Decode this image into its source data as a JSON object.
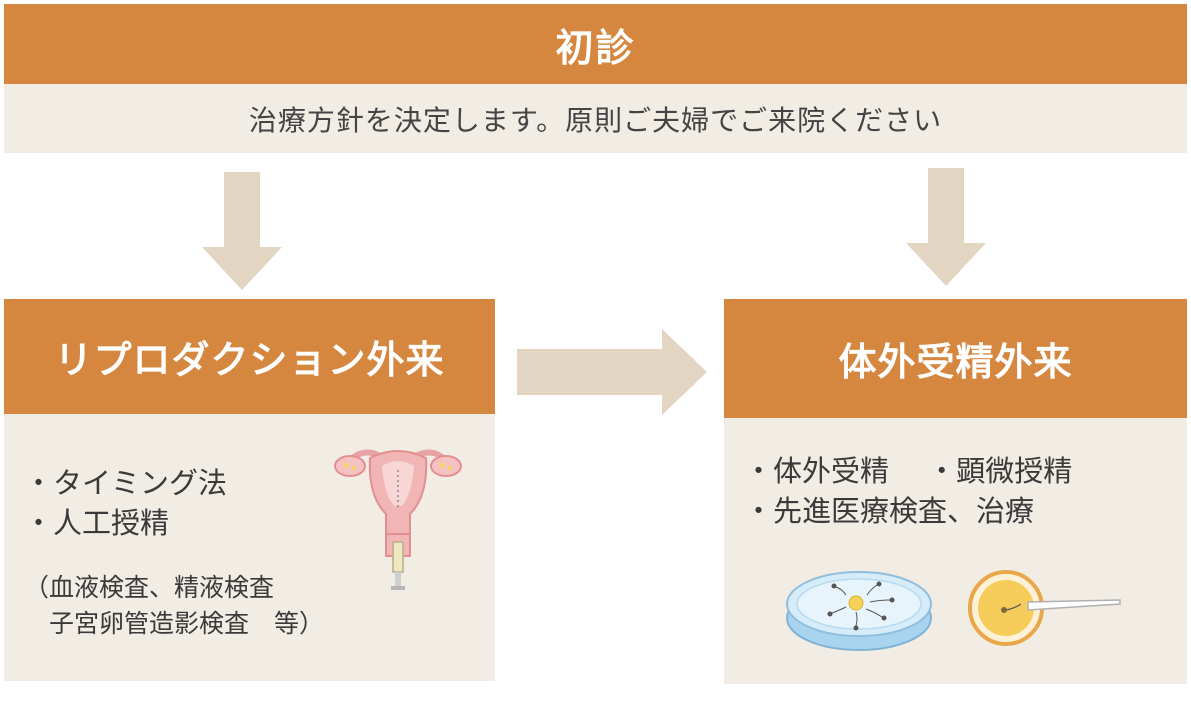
{
  "header": {
    "title": "初診",
    "subtitle": "治療方針を決定します。原則ご夫婦でご来院ください"
  },
  "left_panel": {
    "title": "リプロダクション外来",
    "items": [
      "・タイミング法",
      "・人工授精"
    ],
    "note_line1": "（血液検査、精液検査",
    "note_line2": "　子宮卵管造影検査　等）"
  },
  "right_panel": {
    "title": "体外受精外来",
    "items": [
      "・体外受精　 ・顕微授精",
      "・先進医療検査、治療"
    ]
  },
  "colors": {
    "accent": "#d6873f",
    "panel_bg": "#f1ece4",
    "arrow": "#e2d6c2"
  },
  "icons": [
    "uterus-illustration",
    "petri-dish-illustration",
    "microinjection-illustration"
  ]
}
